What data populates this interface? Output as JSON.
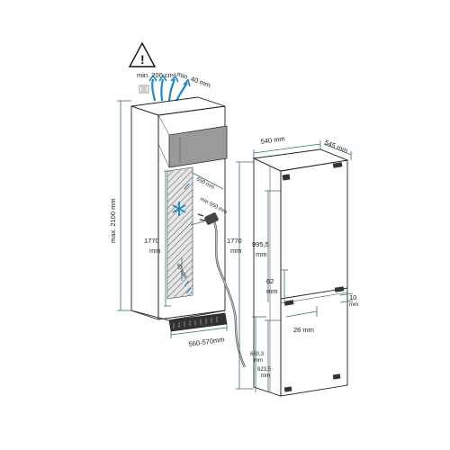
{
  "labels": {
    "vent_area": "min. 200 cm²",
    "top_gap": "min. 40 mm",
    "height_max": "max. 2100 mm",
    "niche_height": "1770",
    "niche_height_unit": "mm",
    "diag_depth": "550 mm",
    "diag_depth2": "min 550 mm",
    "bottom_gap": "40 mm",
    "niche_width": "560-570mm",
    "appliance_height": "1770",
    "appliance_height_unit": "mm",
    "width": "540 mm",
    "depth": "545 mm",
    "upper_door": "995,5",
    "upper_door_unit": "mm",
    "gap_62": "62",
    "gap_62_unit": "mm",
    "bracket_10": "10",
    "bracket_10_unit": "mm",
    "offset_26": "26 mm",
    "lower_660": "660,3",
    "lower_660_unit": "mm",
    "lower_623": "623,5",
    "lower_623_unit": "mm"
  },
  "icons": {
    "warning": "warning-triangle-icon",
    "airflow": "airflow-arrows-icon",
    "snowflake": "snowflake-icon",
    "plug": "power-plug-icon"
  },
  "colors": {
    "dimension": "#2f6f78",
    "accent": "#1f86c8",
    "outline": "#222222"
  }
}
